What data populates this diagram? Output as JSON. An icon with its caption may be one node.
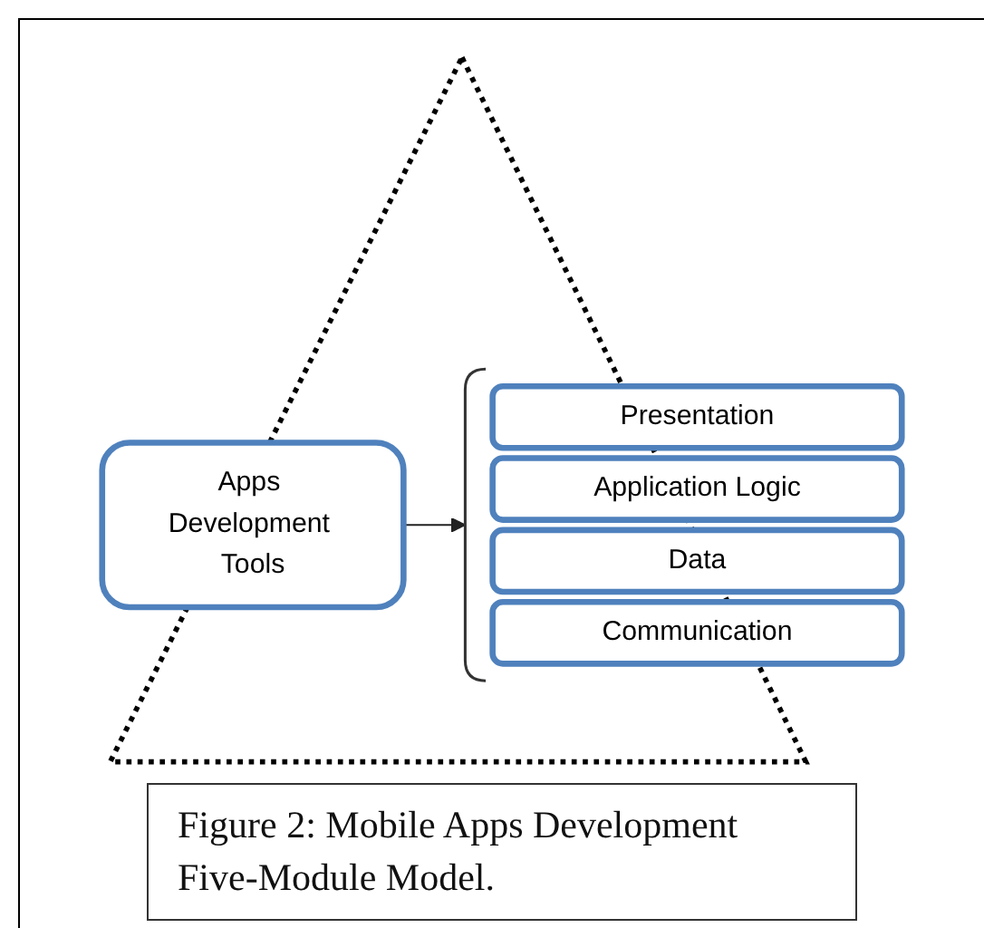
{
  "diagram": {
    "caption": "Figure 2: Mobile Apps Development Five-Module Model.",
    "nodes": [
      {
        "text": [
          "Apps Development Tools"
        ]
      },
      {
        "text": [],
        "shape": "bracket"
      },
      {
        "text": [
          "Presentation"
        ]
      },
      {
        "text": [
          "Application Logic"
        ]
      },
      {
        "text": [
          "Data"
        ]
      },
      {
        "text": [
          "Communication"
        ]
      }
    ],
    "edges": [
      {
        "from": 0,
        "to": 1,
        "arrow": "to"
      }
    ]
  }
}
